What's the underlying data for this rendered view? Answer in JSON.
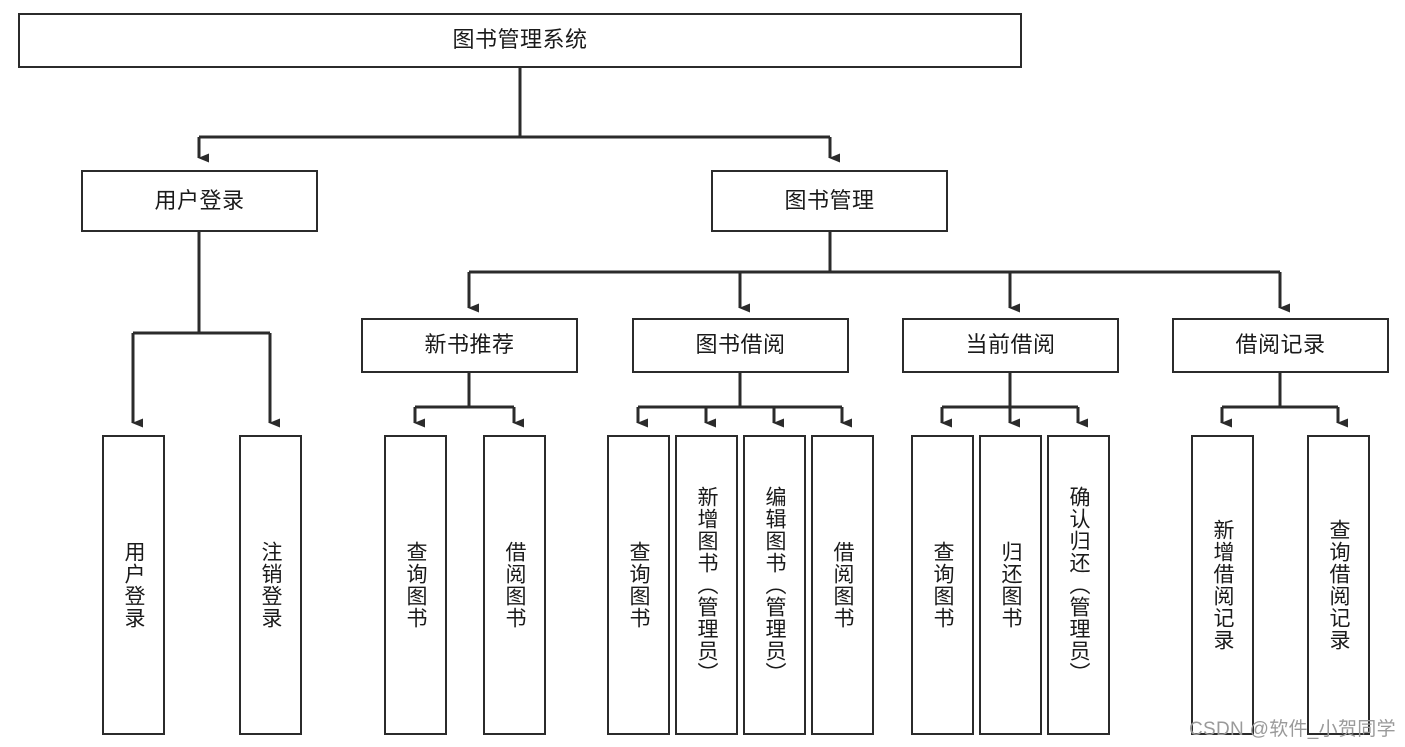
{
  "diagram": {
    "type": "tree",
    "title": "图书管理系统",
    "watermark": "CSDN @软件_小贺同学",
    "colors": {
      "box_border": "#2b2b2b",
      "box_fill": "#ffffff",
      "edge": "#2b2b2b",
      "text": "#1a1a1a",
      "watermark": "#9a9a9a"
    },
    "root": {
      "label": "图书管理系统"
    },
    "level2": [
      {
        "label": "用户登录"
      },
      {
        "label": "图书管理"
      }
    ],
    "level3": [
      {
        "label": "新书推荐"
      },
      {
        "label": "图书借阅"
      },
      {
        "label": "当前借阅"
      },
      {
        "label": "借阅记录"
      }
    ],
    "leaves": {
      "user_login": [
        {
          "label": "用户登录"
        },
        {
          "label": "注销登录"
        }
      ],
      "new_book": [
        {
          "label": "查询图书"
        },
        {
          "label": "借阅图书"
        }
      ],
      "borrow_book": [
        {
          "label": "查询图书"
        },
        {
          "label": "新增图书（管理员）"
        },
        {
          "label": "编辑图书（管理员）"
        },
        {
          "label": "借阅图书"
        }
      ],
      "current_borrow": [
        {
          "label": "查询图书"
        },
        {
          "label": "归还图书"
        },
        {
          "label": "确认归还（管理员）"
        }
      ],
      "borrow_record": [
        {
          "label": "新增借阅记录"
        },
        {
          "label": "查询借阅记录"
        }
      ]
    }
  }
}
